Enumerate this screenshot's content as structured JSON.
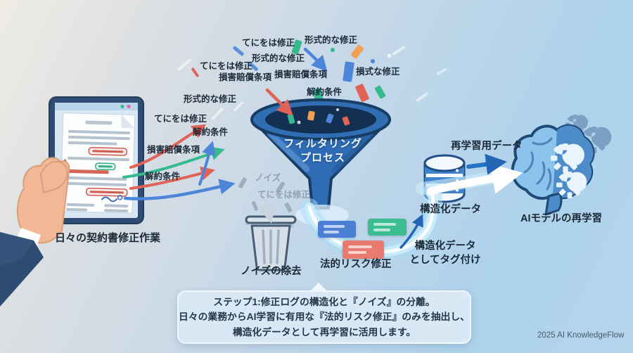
{
  "colors": {
    "background_left": "#efece5",
    "background_right": "#aed2ec",
    "funnel_blue": "#2f6cb5",
    "funnel_dark": "#173d63",
    "accent_red": "#e06356",
    "accent_green": "#35b98d",
    "accent_blue": "#4d86d8",
    "accent_orange": "#f0a050",
    "noise_gray": "#9fadbc",
    "swoosh_light_blue": "#cdeefb",
    "db_blue": "#3f82c9",
    "brain_light": "#8cc3ec",
    "brain_dark": "#4e8cc9",
    "caption_bg": "#d9e8f5",
    "text_dark": "#1b2937"
  },
  "icons": {
    "tablet": "tablet-icon",
    "hand": "hand-icon",
    "funnel": "funnel-icon",
    "trash": "trash-icon",
    "database": "database-icon",
    "brain": "brain-icon",
    "gear": "gear-icon"
  },
  "scatter_labels": [
    "てにをは修正",
    "形式的な修正",
    "形式的な修正",
    "てにをは修正",
    "損害賠償条項",
    "損害賠償条項",
    "損式な修正",
    "解約条件",
    "形式的な修正",
    "てにをは修正",
    "解約条件",
    "損害賠償条項",
    "解約条件"
  ],
  "noise_labels": {
    "noise": "ノイズ",
    "tenioha": "てにをは修正"
  },
  "tablet": {
    "caption": "日々の契約書修正作業"
  },
  "funnel": {
    "label_line1": "フィルタリング",
    "label_line2": "プロセス"
  },
  "trash": {
    "caption": "ノイズの除去"
  },
  "chips": {
    "caption": "法的リスク修正"
  },
  "database": {
    "caption": "構造化データ"
  },
  "flow": {
    "retrain_data_label": "再学習用データ",
    "tag_label_line1": "構造化データ",
    "tag_label_line2": "としてタグ付け"
  },
  "brain": {
    "caption": "AIモデルの再学習"
  },
  "caption_box": {
    "line1": "ステップ1:修正ログの構造化と『ノイズ』の分離。",
    "line2": "日々の業務からAI学習に有用な『法的リスク修正』のみを抽出し、",
    "line3": "構造化データとして再学習に活用します。"
  },
  "footer": {
    "credit": "2025 AI KnowledgeFlow"
  }
}
